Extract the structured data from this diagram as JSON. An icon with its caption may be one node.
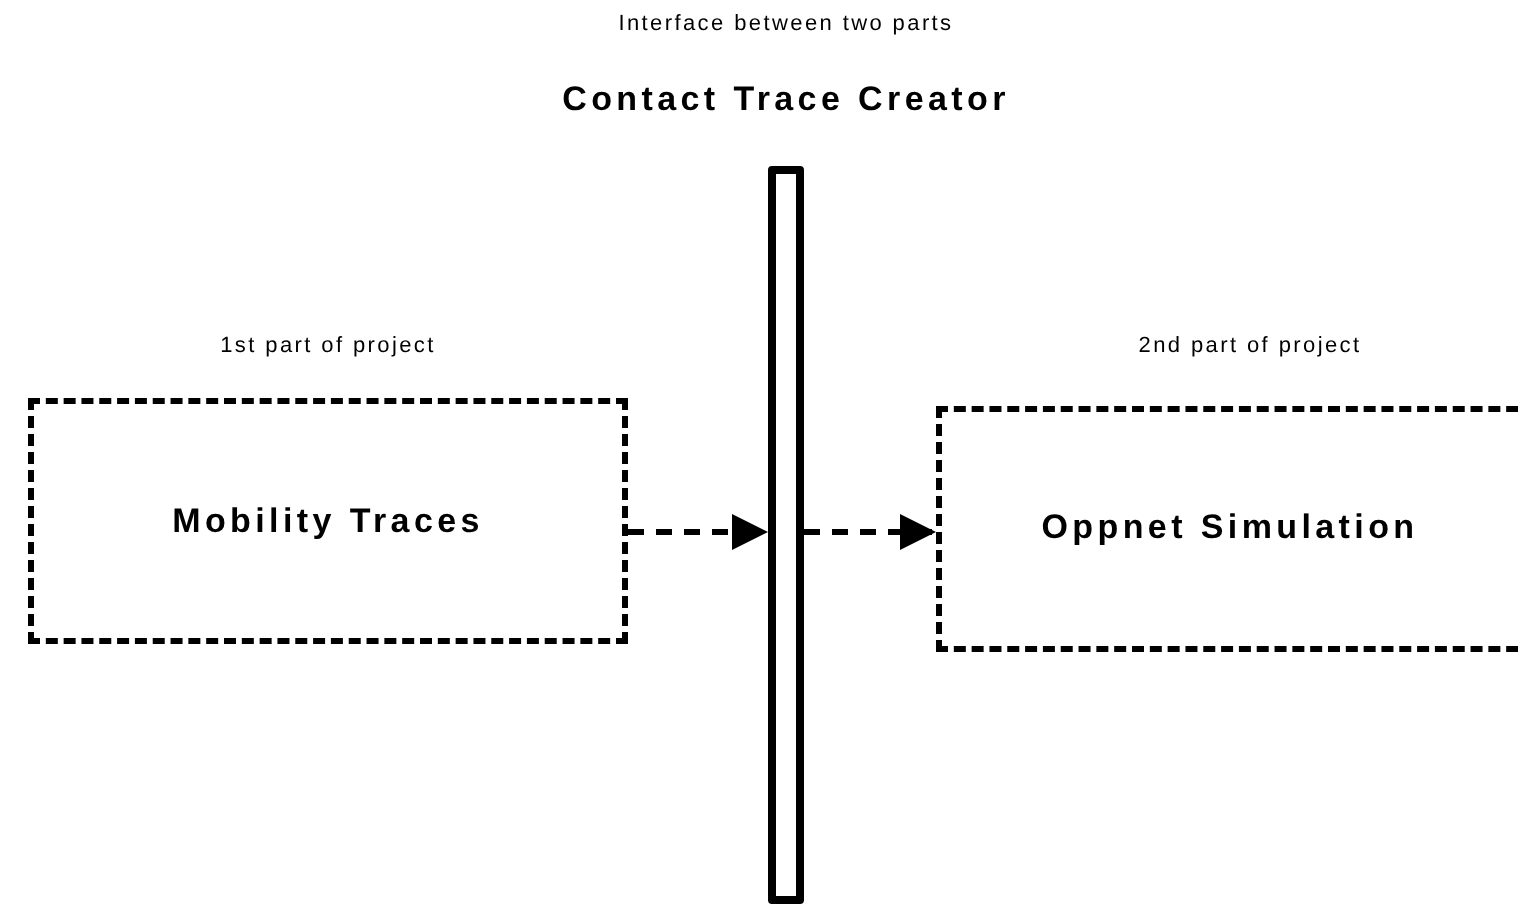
{
  "diagram": {
    "nodes": [
      {
        "text": [
          "1st part of project",
          "Mobility Traces"
        ]
      },
      {
        "text": [
          "Interface between two parts",
          "Contact Trace Creator"
        ]
      },
      {
        "text": [
          "2nd part of project",
          "Oppnet Simulation"
        ]
      }
    ],
    "edges": [
      {
        "from": 0,
        "to": 1,
        "arrow": "to",
        "style": "dashed"
      },
      {
        "from": 1,
        "to": 2,
        "arrow": "to",
        "style": "dashed"
      }
    ]
  }
}
